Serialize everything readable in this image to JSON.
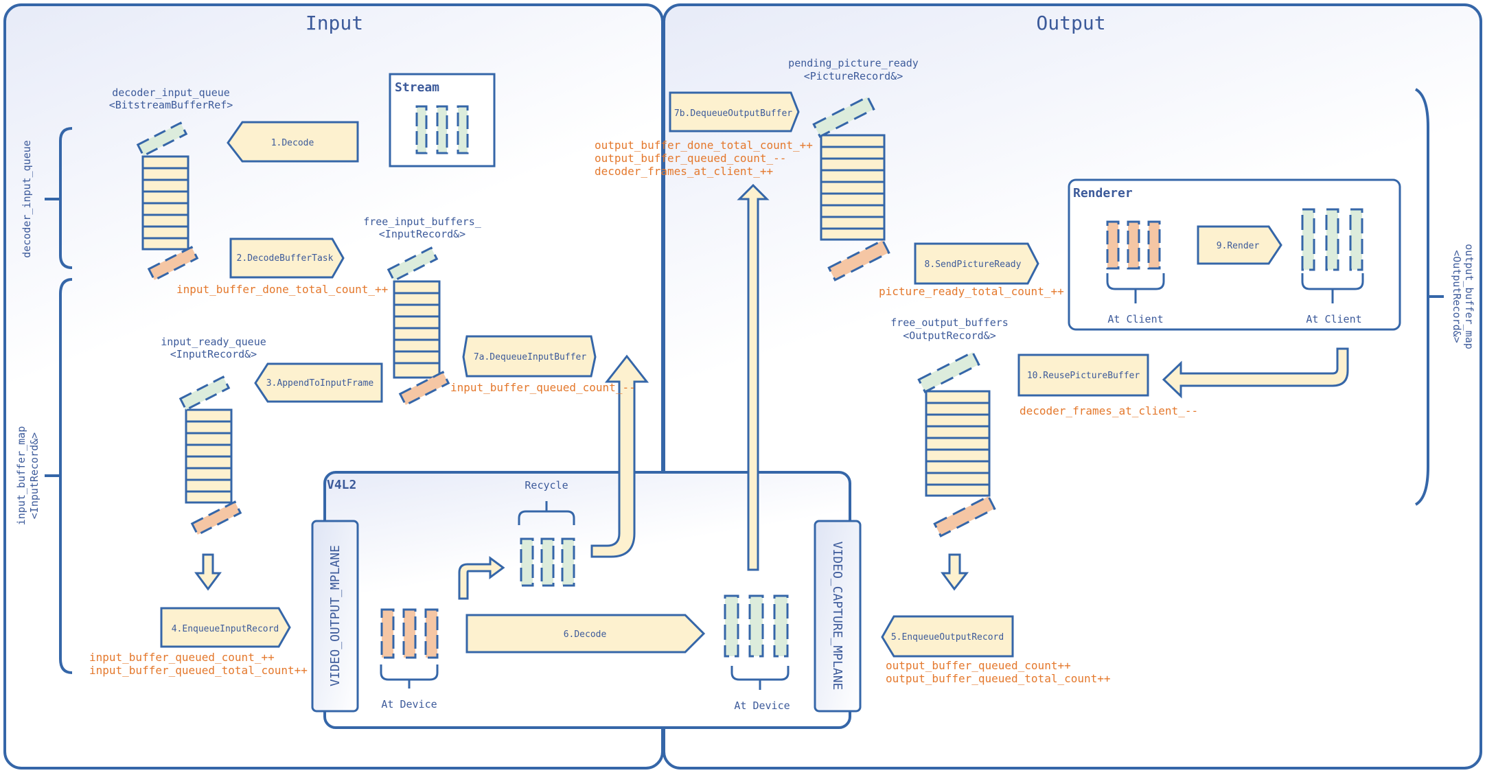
{
  "panels": {
    "input_title": "Input",
    "output_title": "Output",
    "v4l2_title": "V4L2",
    "stream_title": "Stream",
    "renderer_title": "Renderer"
  },
  "queues": {
    "decoder_input_queue": [
      "decoder_input_queue",
      "<BitstreamBufferRef>"
    ],
    "free_input_buffers": [
      "free_input_buffers_",
      "<InputRecord&>"
    ],
    "input_ready_queue": [
      "input_ready_queue",
      "<InputRecord&>"
    ],
    "pending_picture_ready": [
      "pending_picture_ready",
      "<PictureRecord&>"
    ],
    "free_output_buffers": [
      "free_output_buffers",
      "<OutputRecord&>"
    ]
  },
  "side_labels": {
    "decoder_input_queue": "decoder_input_queue",
    "input_buffer_map": [
      "input_buffer_map",
      "<InputRecord&>"
    ],
    "output_buffer_map": [
      "output_buffer_map",
      "<OutputRecord&>"
    ]
  },
  "planes": {
    "output": "VIDEO_OUTPUT_MPLANE",
    "capture": "VIDEO_CAPTURE_MPLANE"
  },
  "steps": {
    "s1": "1.Decode",
    "s2": "2.DecodeBufferTask",
    "s3": "3.AppendToInputFrame",
    "s4": "4.EnqueueInputRecord",
    "s5": "5.EnqueueOutputRecord",
    "s6": "6.Decode",
    "s7a": "7a.DequeueInputBuffer",
    "s7b": "7b.DequeueOutputBuffer",
    "s8": "8.SendPictureReady",
    "s9": "9.Render",
    "s10": "10.ReusePictureBuffer"
  },
  "counters": {
    "c2": [
      "input_buffer_done_total_count_++"
    ],
    "c4": [
      "input_buffer_queued_count_++",
      "input_buffer_queued_total_count++"
    ],
    "c5": [
      "output_buffer_queued_count++",
      "output_buffer_queued_total_count++"
    ],
    "c7a": [
      "input_buffer_queued_count_--"
    ],
    "c7b": [
      "output_buffer_done_total_count_++",
      "output_buffer_queued_count_--",
      "decoder_frames_at_client_++"
    ],
    "c8": [
      "picture_ready_total_count_++"
    ],
    "c10": [
      "decoder_frames_at_client_--"
    ]
  },
  "captions": {
    "at_device": "At Device",
    "at_client": "At Client",
    "recycle": "Recycle"
  },
  "colors": {
    "stroke": "#3566a8",
    "text": "#3c5a9a",
    "counter": "#e4782c",
    "buffer_fill": "#fdf1cf",
    "peach": "#f5c6a4",
    "mint": "#dcecdc"
  }
}
